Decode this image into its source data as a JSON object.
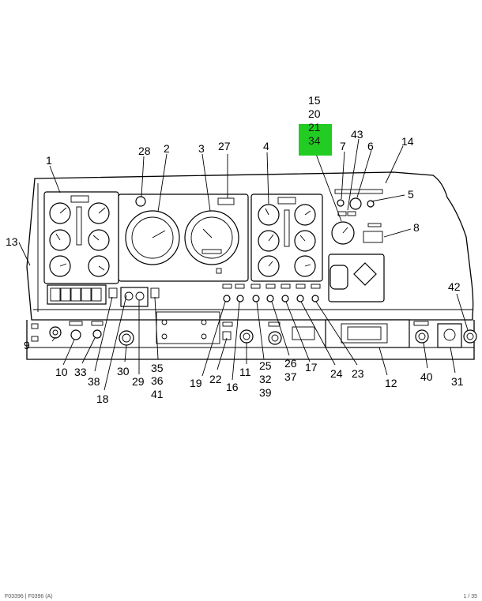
{
  "highlight": {
    "labels": [
      "15",
      "20",
      "21",
      "34"
    ],
    "color": "#22cc22"
  },
  "callouts": [
    {
      "id": "1",
      "text": "1"
    },
    {
      "id": "2",
      "text": "2"
    },
    {
      "id": "3",
      "text": "3"
    },
    {
      "id": "4",
      "text": "4"
    },
    {
      "id": "5",
      "text": "5"
    },
    {
      "id": "6",
      "text": "6"
    },
    {
      "id": "7",
      "text": "7"
    },
    {
      "id": "8",
      "text": "8"
    },
    {
      "id": "9",
      "text": "9"
    },
    {
      "id": "10",
      "text": "10"
    },
    {
      "id": "11",
      "text": "11"
    },
    {
      "id": "12",
      "text": "12"
    },
    {
      "id": "13",
      "text": "13"
    },
    {
      "id": "14",
      "text": "14"
    },
    {
      "id": "16",
      "text": "16"
    },
    {
      "id": "17",
      "text": "17"
    },
    {
      "id": "18",
      "text": "18"
    },
    {
      "id": "19",
      "text": "19"
    },
    {
      "id": "22",
      "text": "22"
    },
    {
      "id": "23",
      "text": "23"
    },
    {
      "id": "24",
      "text": "24"
    },
    {
      "id": "25",
      "text": "25"
    },
    {
      "id": "26",
      "text": "26"
    },
    {
      "id": "27",
      "text": "27"
    },
    {
      "id": "28",
      "text": "28"
    },
    {
      "id": "29",
      "text": "29"
    },
    {
      "id": "30",
      "text": "30"
    },
    {
      "id": "31",
      "text": "31"
    },
    {
      "id": "32",
      "text": "32"
    },
    {
      "id": "33",
      "text": "33"
    },
    {
      "id": "35",
      "text": "35"
    },
    {
      "id": "36",
      "text": "36"
    },
    {
      "id": "37",
      "text": "37"
    },
    {
      "id": "38",
      "text": "38"
    },
    {
      "id": "39",
      "text": "39"
    },
    {
      "id": "40",
      "text": "40"
    },
    {
      "id": "41",
      "text": "41"
    },
    {
      "id": "42",
      "text": "42"
    },
    {
      "id": "43",
      "text": "43"
    }
  ],
  "footer": {
    "left": "F03396 | F0396 (A)",
    "right": "1 / 35"
  }
}
